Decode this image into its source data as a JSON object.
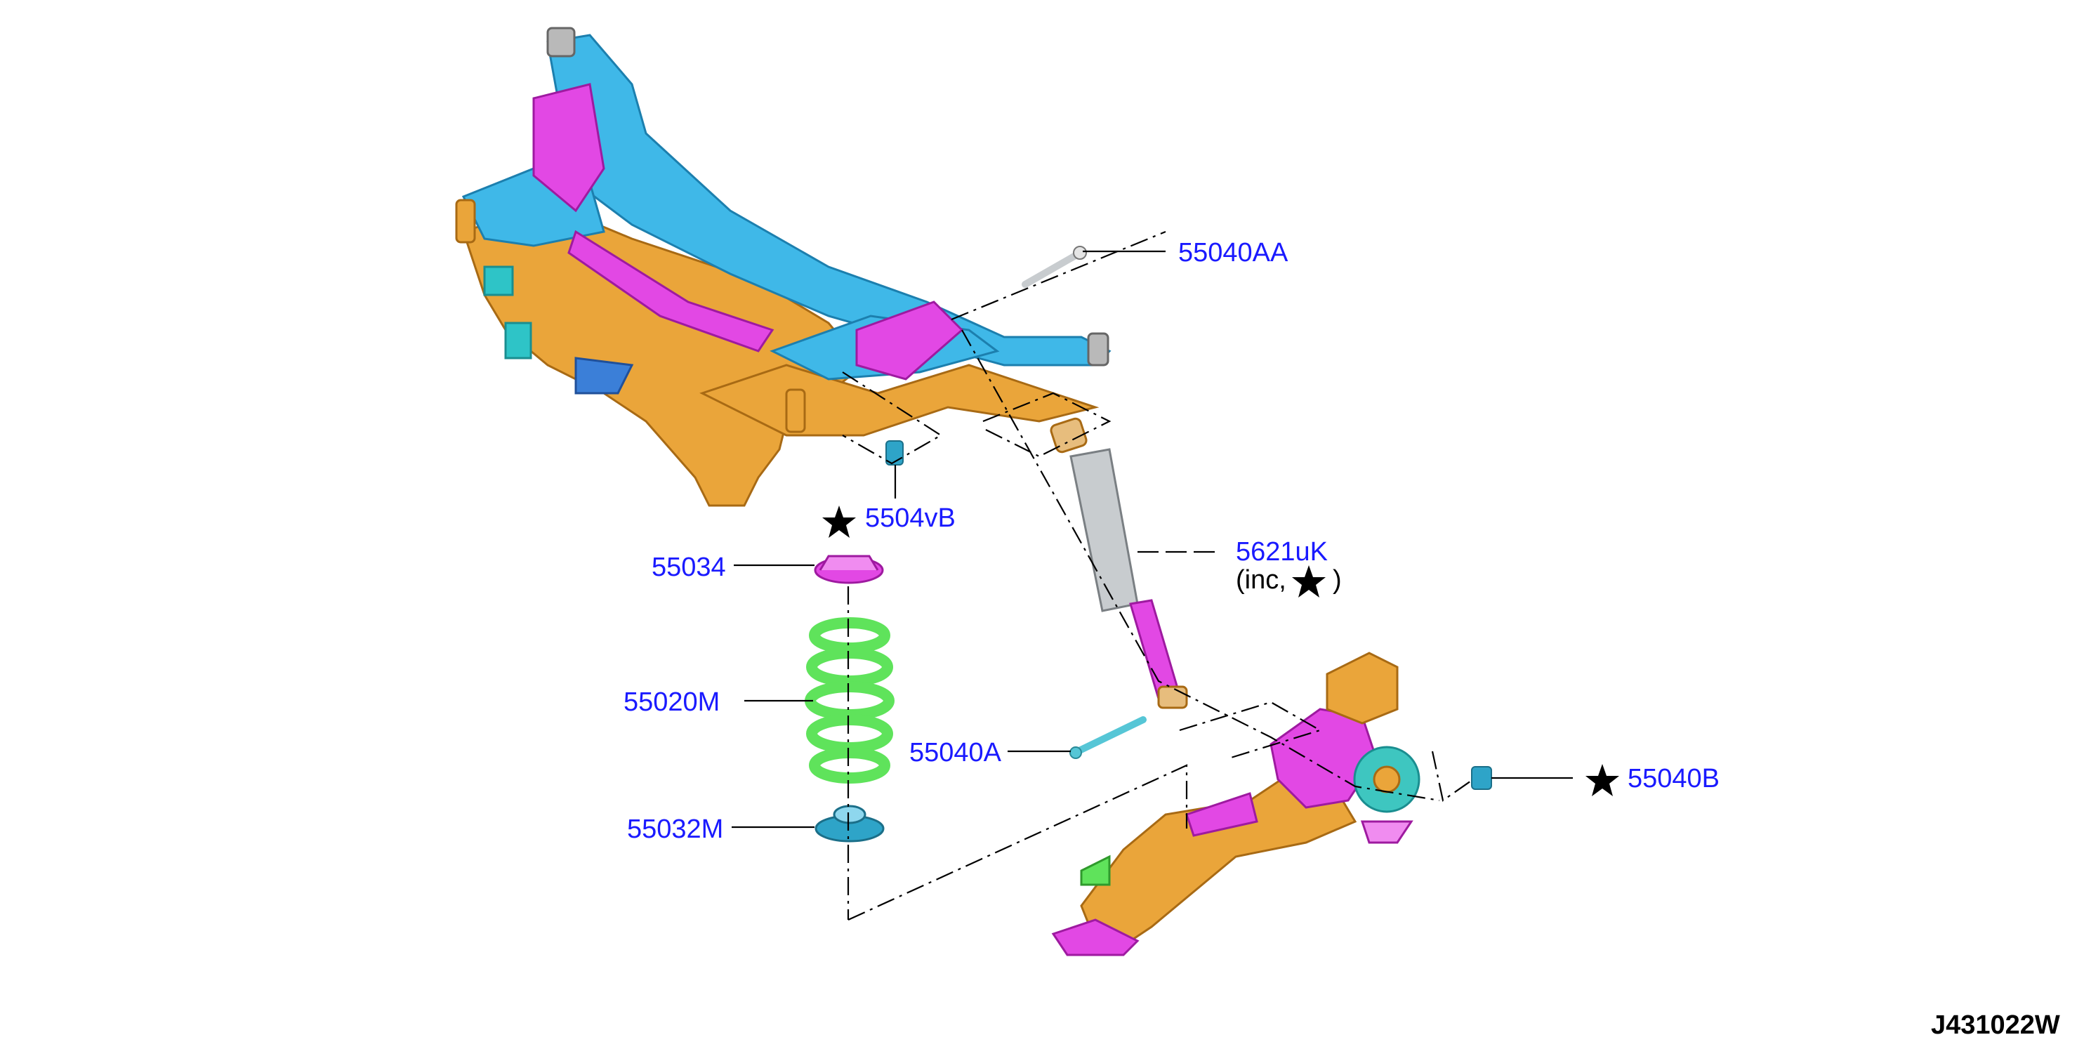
{
  "diagram": {
    "id_label": "J431022W",
    "colors": {
      "frame_blue": "#3fb8e8",
      "frame_orange": "#eaa53a",
      "bracket_magenta": "#e248e4",
      "spring_green": "#5fe35b",
      "shock_gray": "#c8cccf",
      "callout_blue": "#1a1aff"
    },
    "callouts": {
      "p55040AA": "55040AA",
      "p55040B_top": "5504vB",
      "p55034": "55034",
      "p55020M": "55020M",
      "p55040A": "55040A",
      "p55032M": "55032M",
      "p56210K": "5621uK",
      "p56210K_note": "(inc,",
      "p56210K_note_close": ")",
      "p55040B": "55040B"
    },
    "icons": [
      "star-icon"
    ]
  }
}
